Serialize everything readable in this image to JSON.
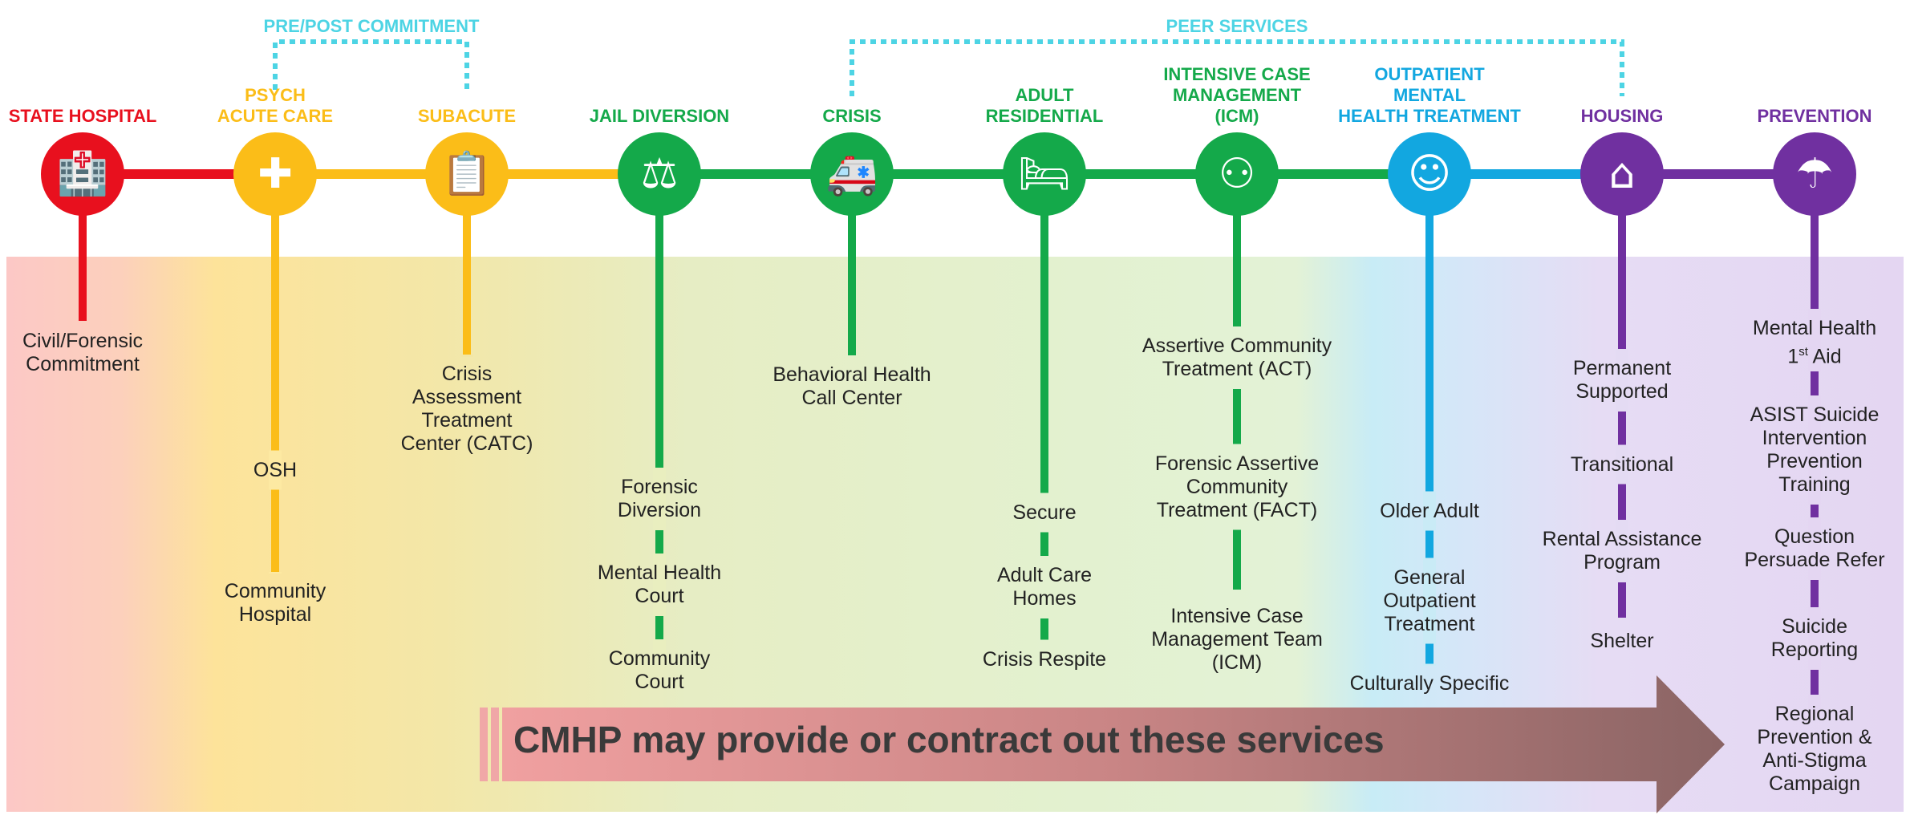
{
  "group_labels": {
    "pre_post": "PRE/POST COMMITMENT",
    "peer": "PEER SERVICES"
  },
  "stages": [
    {
      "title": "STATE HOSPITAL",
      "color": "#e8101e",
      "icon": "hospital-icon"
    },
    {
      "title": "PSYCH\nACUTE CARE",
      "color": "#fbbd18",
      "icon": "medical-kit-icon"
    },
    {
      "title": "SUBACUTE",
      "color": "#fbbd18",
      "icon": "clipboard-icon"
    },
    {
      "title": "JAIL DIVERSION",
      "color": "#14a94a",
      "icon": "gavel-icon"
    },
    {
      "title": "CRISIS",
      "color": "#14a94a",
      "icon": "ambulance-icon"
    },
    {
      "title": "ADULT\nRESIDENTIAL",
      "color": "#14a94a",
      "icon": "bed-icon"
    },
    {
      "title": "INTENSIVE CASE\nMANAGEMENT\n(ICM)",
      "color": "#14a94a",
      "icon": "people-network-icon"
    },
    {
      "title": "OUTPATIENT\nMENTAL\nHEALTH TREATMENT",
      "color": "#12a7e0",
      "icon": "brain-head-icon"
    },
    {
      "title": "HOUSING",
      "color": "#7030a0",
      "icon": "house-icon"
    },
    {
      "title": "PREVENTION",
      "color": "#7030a0",
      "icon": "umbrella-icon"
    }
  ],
  "services": {
    "state_hospital": [
      "Civil/Forensic\nCommitment"
    ],
    "psych_acute_care": [
      "OSH",
      "Community\nHospital"
    ],
    "subacute": [
      "Crisis\nAssessment\nTreatment\nCenter (CATC)"
    ],
    "jail_diversion": [
      "Forensic\nDiversion",
      "Mental Health\nCourt",
      "Community\nCourt"
    ],
    "crisis": [
      "Behavioral Health\nCall Center"
    ],
    "adult_residential": [
      "Secure",
      "Adult Care\nHomes",
      "Crisis Respite"
    ],
    "icm": [
      "Assertive Community\nTreatment (ACT)",
      "Forensic Assertive\nCommunity\nTreatment (FACT)",
      "Intensive Case\nManagement Team\n(ICM)"
    ],
    "outpatient": [
      "Older Adult",
      "General\nOutpatient\nTreatment",
      "Culturally Specific"
    ],
    "housing": [
      "Permanent\nSupported",
      "Transitional",
      "Rental Assistance\nProgram",
      "Shelter"
    ],
    "prevention": [
      "Mental Health\n1st Aid",
      "ASIST Suicide\nIntervention\nPrevention\nTraining",
      "Question\nPersuade Refer",
      "Suicide\nReporting",
      "Regional\nPrevention &\nAnti-Stigma\nCampaign"
    ]
  },
  "banner": "CMHP may provide or contract out these services"
}
